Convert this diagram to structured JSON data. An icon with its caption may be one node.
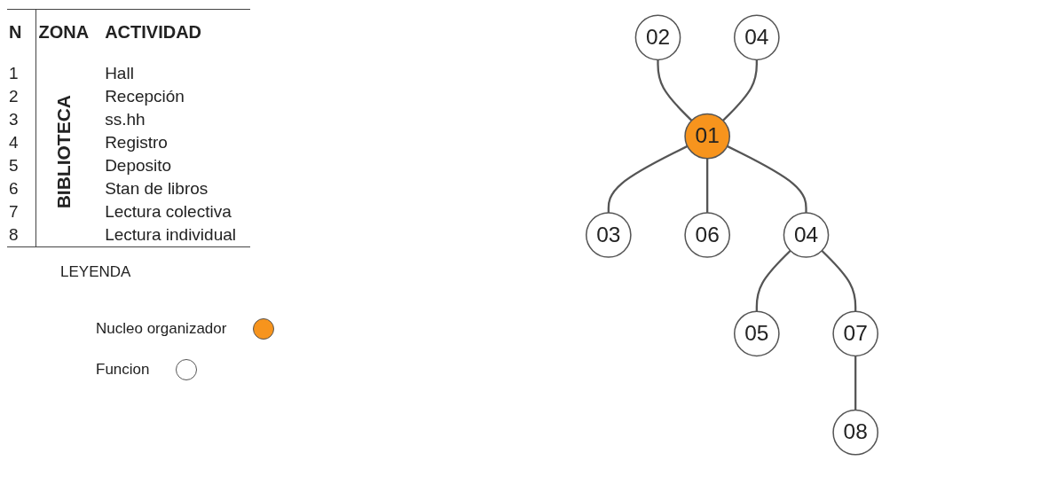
{
  "diagram": {
    "nodes": [
      {
        "text": [
          "02"
        ]
      },
      {
        "text": [
          "04"
        ]
      },
      {
        "text": [
          "01"
        ]
      },
      {
        "text": [
          "03"
        ]
      },
      {
        "text": [
          "06"
        ]
      },
      {
        "text": [
          "04"
        ]
      },
      {
        "text": [
          "05"
        ]
      },
      {
        "text": [
          "07"
        ]
      },
      {
        "text": [
          "08"
        ]
      }
    ],
    "edges": [
      {
        "from": 0,
        "to": 2,
        "arrow": "none"
      },
      {
        "from": 1,
        "to": 2,
        "arrow": "none"
      },
      {
        "from": 2,
        "to": 3,
        "arrow": "none"
      },
      {
        "from": 2,
        "to": 4,
        "arrow": "none"
      },
      {
        "from": 2,
        "to": 5,
        "arrow": "none"
      },
      {
        "from": 5,
        "to": 6,
        "arrow": "none"
      },
      {
        "from": 5,
        "to": 7,
        "arrow": "none"
      },
      {
        "from": 7,
        "to": 8,
        "arrow": "none"
      }
    ],
    "labels": [
      "N",
      "ZONA",
      "ACTIVIDAD",
      "1",
      "BIBLIOTECA",
      "Hall",
      "2",
      "Recepción",
      "3",
      "ss.hh",
      "4",
      "Registro",
      "5",
      "Deposito",
      "6",
      "Stan de libros",
      "7",
      "Lectura colectiva",
      "8",
      "Lectura individual",
      "LEYENDA"
    ],
    "legend": [
      {
        "text": "Nucleo organizador",
        "color": "#f7941d"
      },
      {
        "text": "Funcion",
        "color": "#ffffff"
      }
    ]
  }
}
